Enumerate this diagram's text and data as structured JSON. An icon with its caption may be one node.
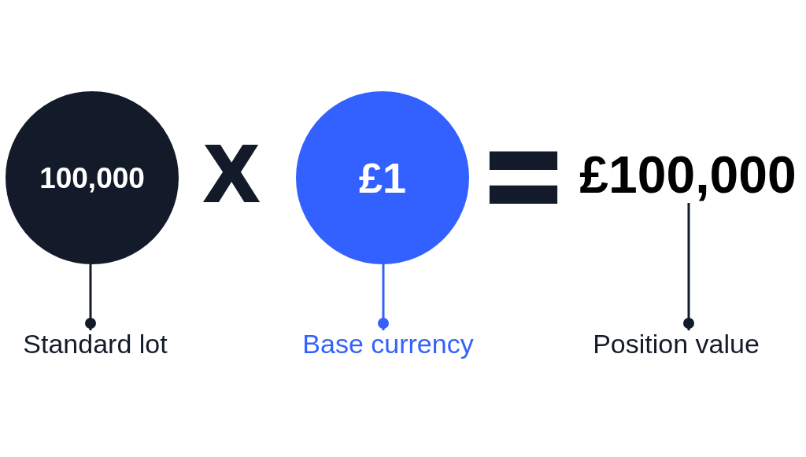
{
  "diagram": {
    "nodes": [
      {
        "text": [
          "100,000"
        ]
      },
      {
        "text": [
          "£1"
        ]
      },
      {
        "text": [
          "£100,000"
        ]
      },
      {
        "text": [
          "Standard lot"
        ]
      },
      {
        "text": [
          "Base currency"
        ]
      },
      {
        "text": [
          "Position value"
        ]
      }
    ],
    "edges": [
      {
        "from": 3,
        "to": 0,
        "arrow": "other"
      },
      {
        "from": 4,
        "to": 1,
        "arrow": "other",
        "color": "#3361ff"
      },
      {
        "from": 5,
        "to": 2,
        "arrow": "other"
      }
    ],
    "labels": [
      "X",
      "="
    ]
  }
}
